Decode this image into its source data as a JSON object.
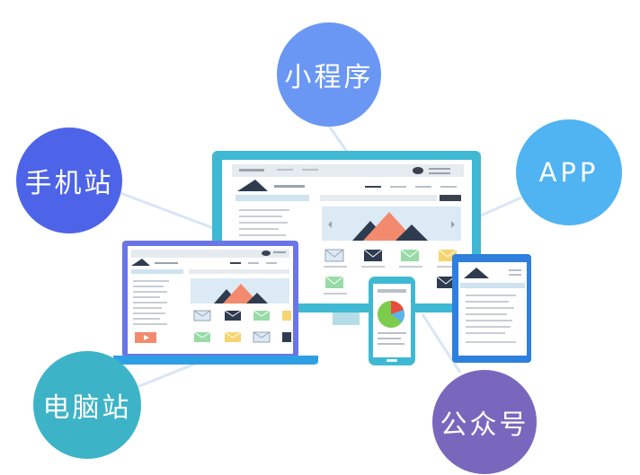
{
  "bubbles": {
    "mini_program": "小程序",
    "mobile_site": "手机站",
    "app": "APP",
    "pc_site": "电脑站",
    "official_account": "公众号"
  },
  "colors": {
    "mini_program": "#6a97f3",
    "mobile_site": "#4d63e8",
    "app": "#4fb4f1",
    "pc_site": "#3db3c8",
    "official_account": "#7867bd",
    "device_frame": "#3fb9d3",
    "mountain_front": "#f38a6e",
    "mountain_back": "#2f3b4f"
  }
}
